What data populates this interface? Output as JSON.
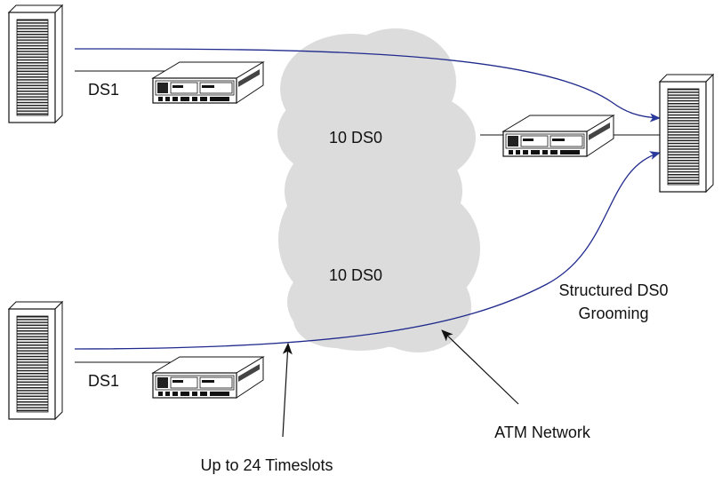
{
  "labels": {
    "ds1_top": "DS1",
    "ds1_bottom": "DS1",
    "cloud_top": "10 DS0",
    "cloud_bottom": "10 DS0",
    "grooming_line1": "Structured DS0",
    "grooming_line2": "Grooming",
    "atm_network": "ATM Network",
    "timeslots": "Up to 24 Timeslots"
  },
  "colors": {
    "cloud": "#dcdcdc",
    "circuit_line": "#1f2a8c",
    "device_line": "#111111"
  }
}
